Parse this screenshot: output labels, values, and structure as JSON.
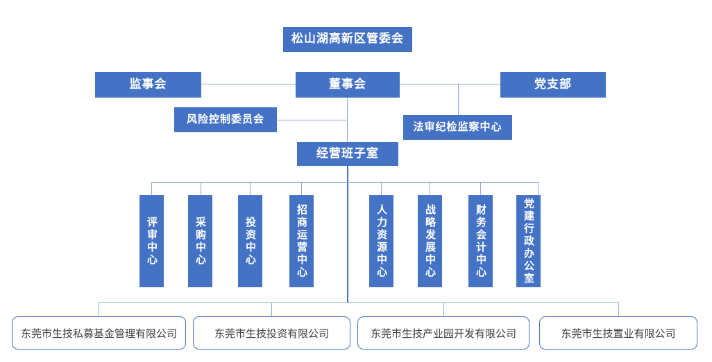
{
  "diagram": {
    "title_box": {
      "label": "松山湖高新区管委会"
    },
    "level1": [
      {
        "key": "supervisory",
        "label": "监事会"
      },
      {
        "key": "board",
        "label": "董事会"
      },
      {
        "key": "party_branch",
        "label": "党支部"
      }
    ],
    "level2": [
      {
        "key": "risk_control",
        "label": "风险控制委员会"
      },
      {
        "key": "audit_discipline",
        "label": "法审纪检监察中心"
      }
    ],
    "level3": {
      "label": "经营班子室"
    },
    "departments": [
      {
        "key": "review",
        "label": "评审中心"
      },
      {
        "key": "procurement",
        "label": "采购中心"
      },
      {
        "key": "investment",
        "label": "投资中心"
      },
      {
        "key": "investment_promotion",
        "label": "招商运营中心"
      },
      {
        "key": "human_resources",
        "label": "人力资源中心"
      },
      {
        "key": "strategy",
        "label": "战略发展中心"
      },
      {
        "key": "finance",
        "label": "财务会计中心"
      },
      {
        "key": "party_admin",
        "label": "党建行政办公室"
      }
    ],
    "subsidiaries": [
      {
        "key": "fund",
        "label": "东莞市生技私募基金管理有限公司"
      },
      {
        "key": "invest_co",
        "label": "东莞市生技投资有限公司"
      },
      {
        "key": "park_dev",
        "label": "东莞市生技产业园开发有限公司"
      },
      {
        "key": "realty",
        "label": "东莞市生技置业有限公司"
      }
    ],
    "colors": {
      "box_fill": "#4472c4",
      "box_text": "#ffffff",
      "line": "#8faadc",
      "subsidiary_border": "#4472c4",
      "subsidiary_text": "#3b3b3b",
      "background": "#ffffff"
    }
  }
}
